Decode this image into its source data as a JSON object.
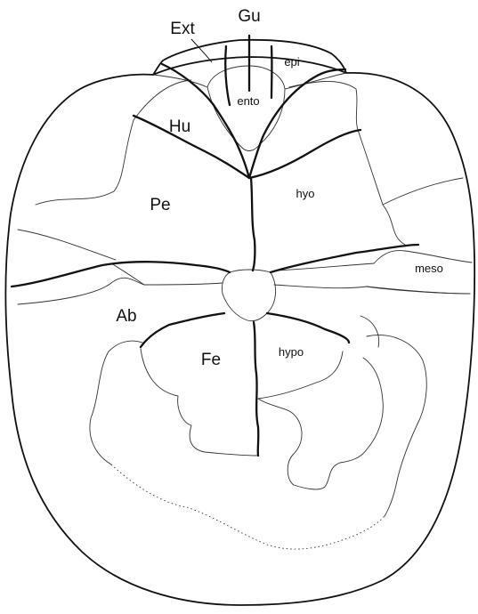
{
  "labels": {
    "gu": "Gu",
    "ext": "Ext",
    "epi": "epi",
    "ento": "ento",
    "hu": "Hu",
    "pe": "Pe",
    "hyo": "hyo",
    "meso": "meso",
    "ab": "Ab",
    "fe": "Fe",
    "hypo": "hypo"
  }
}
